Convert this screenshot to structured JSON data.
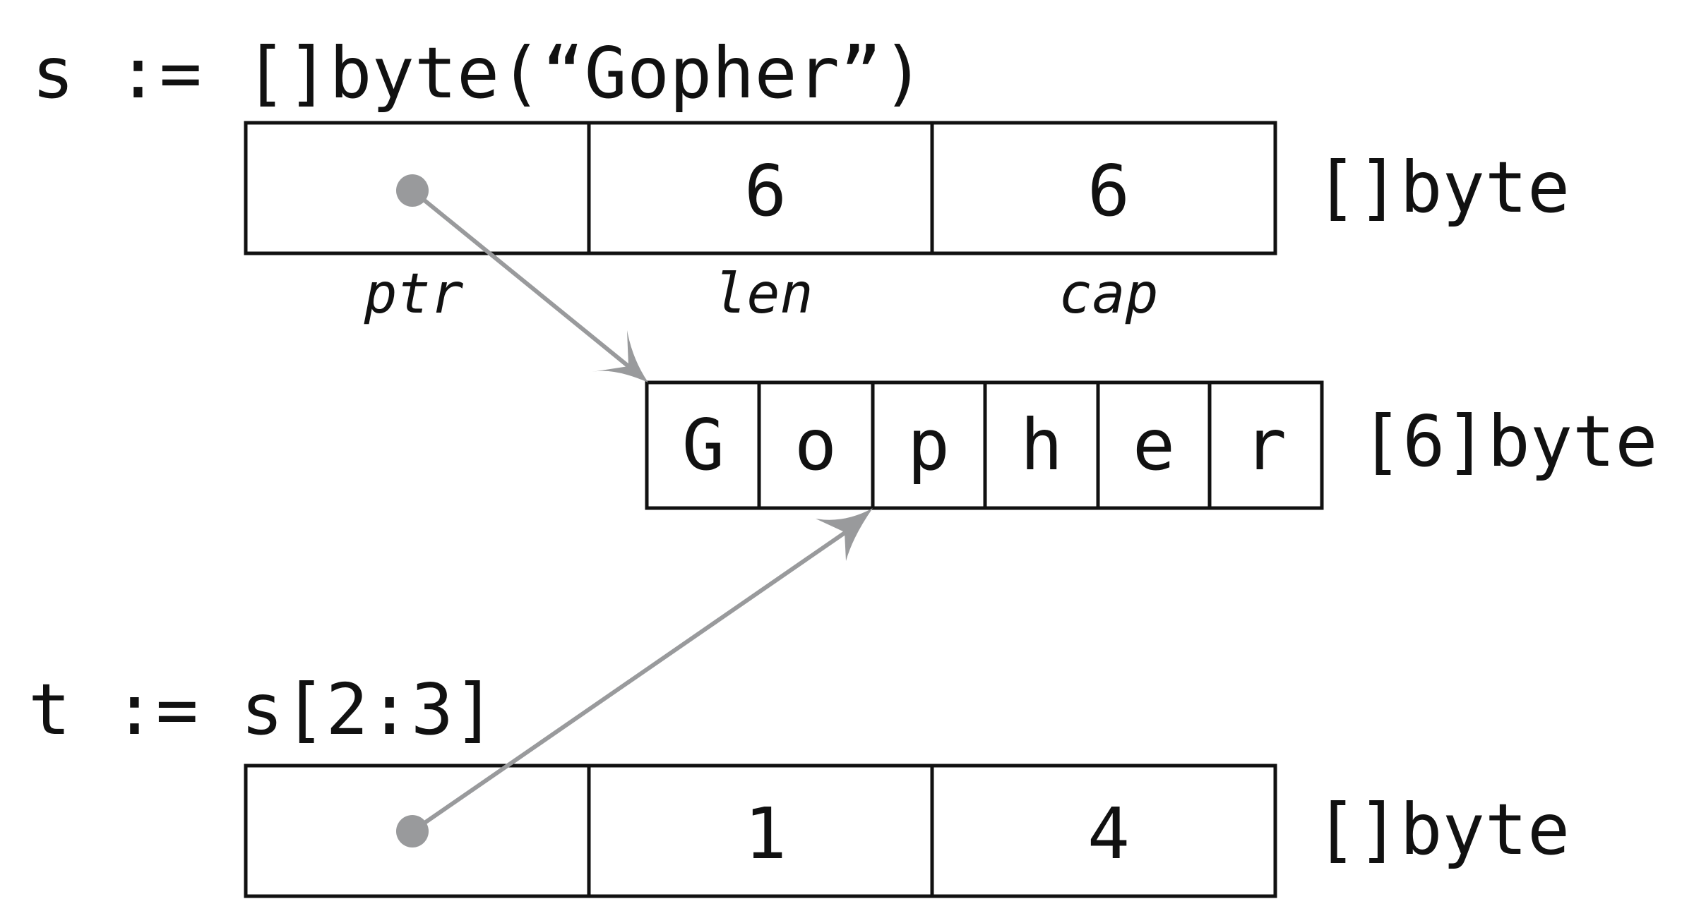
{
  "s_code": "s := []byte(“Gopher”)",
  "t_code": "t := s[2:3]",
  "s_header": {
    "len": "6",
    "cap": "6",
    "type_label": "[]byte"
  },
  "field_labels": {
    "ptr": "ptr",
    "len": "len",
    "cap": "cap"
  },
  "array": {
    "cells": [
      "G",
      "o",
      "p",
      "h",
      "e",
      "r"
    ],
    "type_label": "[6]byte"
  },
  "t_header": {
    "len": "1",
    "cap": "4",
    "type_label": "[]byte"
  },
  "colors": {
    "ink": "#111111",
    "pointer": "#999a9c"
  }
}
